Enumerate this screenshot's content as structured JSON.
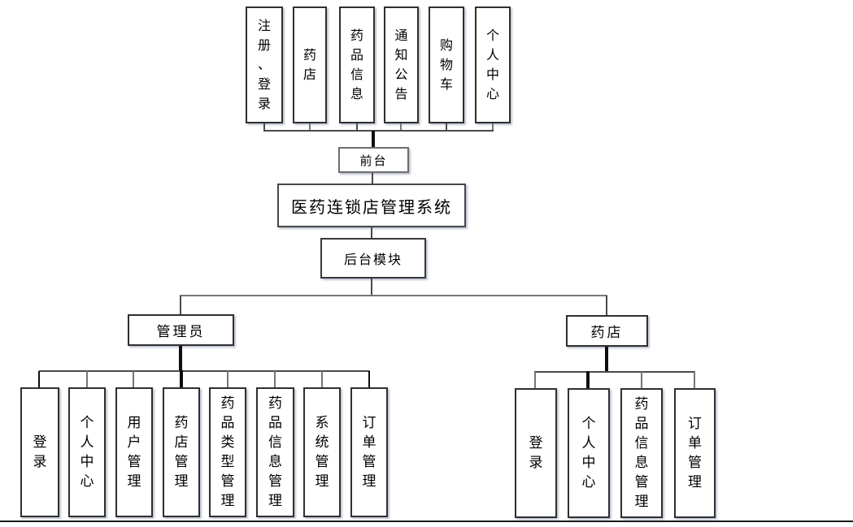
{
  "root": {
    "label": "医药连锁店管理系统"
  },
  "front": {
    "label": "前台",
    "modules": [
      "注册、登录",
      "药店",
      "药品信息",
      "通知公告",
      "购物车",
      "个人中心"
    ]
  },
  "backend": {
    "label": "后台模块",
    "admin": {
      "label": "管理员",
      "children": [
        "登录",
        "个人中心",
        "用户管理",
        "药店管理",
        "药品类型管理",
        "药品信息管理",
        "系统管理",
        "订单管理"
      ]
    },
    "store": {
      "label": "药店",
      "children": [
        "登录",
        "个人中心",
        "药品信息管理",
        "订单管理"
      ]
    }
  },
  "colors": {
    "line": "#4a4a4a",
    "thick_line": "#0f0f0f",
    "box_border": "#2f2f2f",
    "background": "#ffffff"
  }
}
